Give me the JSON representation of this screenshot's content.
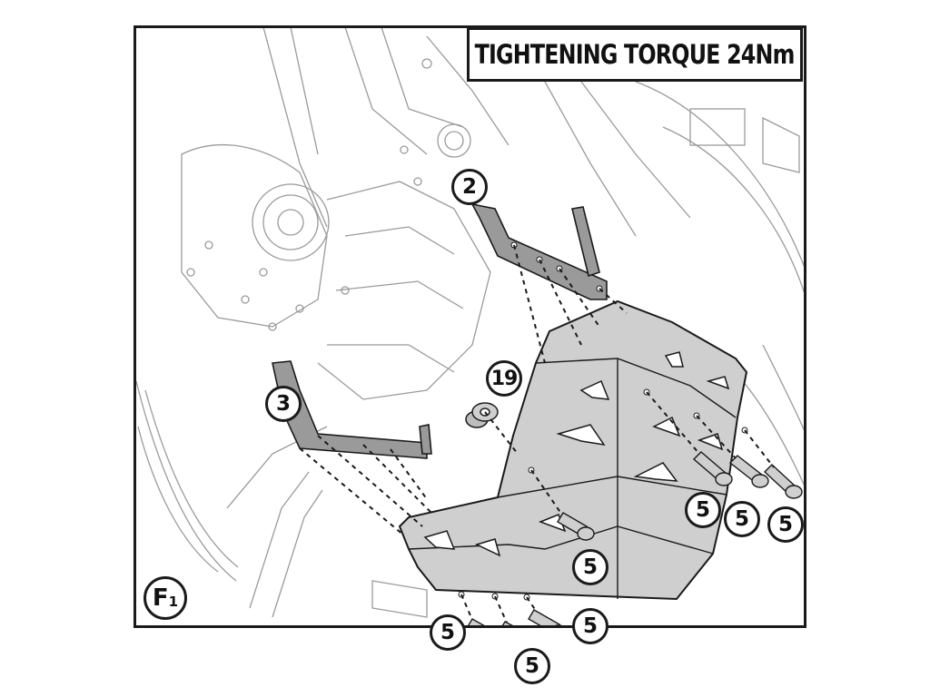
{
  "header": {
    "torque_label": "TIGHTENING TORQUE 24Nm"
  },
  "figure": {
    "label_main": "F",
    "label_sub": "1"
  },
  "callouts": {
    "bracket_right": "2",
    "bracket_left": "3",
    "spacer": "19",
    "screw_a": "5",
    "screw_b": "5",
    "screw_c": "5",
    "screw_d": "5",
    "screw_e": "5",
    "screw_f": "5",
    "screw_g": "5"
  },
  "colors": {
    "line": "#1a1a1a",
    "shade": "#cfcfcf",
    "part": "#bdbdbd",
    "ghost": "#9a9a9a"
  }
}
